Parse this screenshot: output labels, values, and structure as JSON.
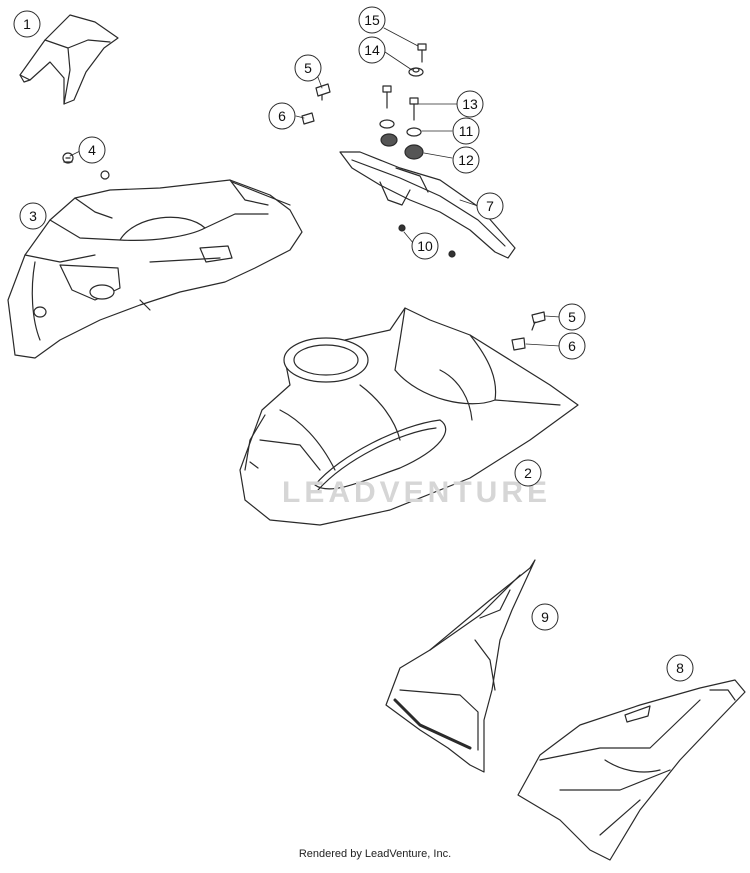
{
  "callouts": {
    "c1": "1",
    "c2": "2",
    "c3": "3",
    "c4": "4",
    "c5a": "5",
    "c5b": "5",
    "c6a": "6",
    "c6b": "6",
    "c7": "7",
    "c8": "8",
    "c9": "9",
    "c10": "10",
    "c11": "11",
    "c12": "12",
    "c13": "13",
    "c14": "14",
    "c15": "15"
  },
  "watermark": "LEADVENTURE",
  "footer": "Rendered by LeadVenture, Inc.",
  "colors": {
    "line": "#2a2a2a",
    "fill": "#ffffff",
    "shade": "#e6e6e6"
  }
}
